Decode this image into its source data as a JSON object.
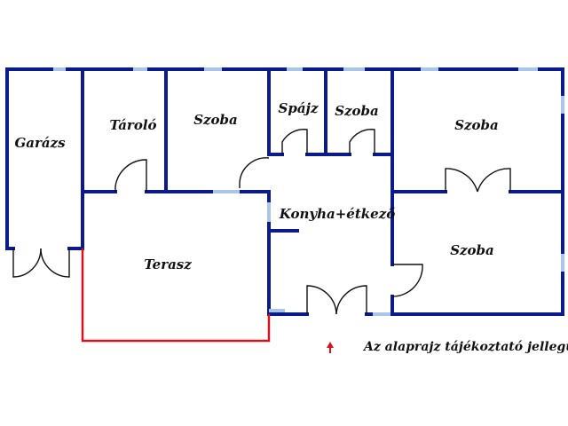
{
  "rooms": {
    "garage": "Garázs",
    "storage": "Tároló",
    "room_1": "Szoba",
    "pantry": "Spájz",
    "room_2": "Szoba",
    "room_3": "Szoba",
    "kitchen": "Konyha+étkező",
    "terrace": "Terasz",
    "room_4": "Szoba"
  },
  "note": "Az alaprajz tájékoztató jellegű",
  "colors": {
    "wall": "#0b1a8c",
    "window": "#a9c6ea",
    "terrace_outline": "#d4141a",
    "arrow": "#d4141a",
    "door": "#111111"
  }
}
